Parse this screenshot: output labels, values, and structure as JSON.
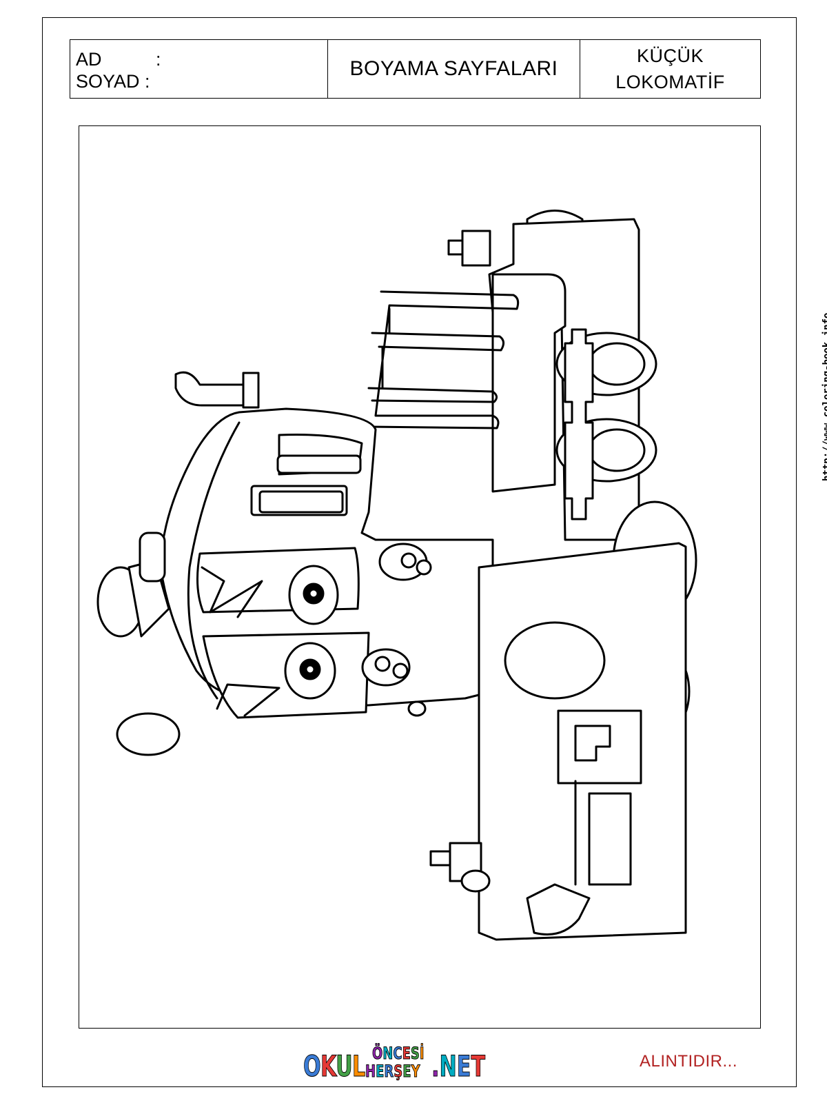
{
  "header": {
    "name_label": "AD",
    "name_colon": ":",
    "surname_label": "SOYAD :",
    "title": "BOYAMA SAYFALARI",
    "subject_line1": "KÜÇÜK",
    "subject_line2": "LOKOMATİF"
  },
  "drawing": {
    "subject": "locomotive-coloring-outline",
    "watermark": "http://www.coloring-book.info",
    "line_color": "#000000"
  },
  "footer": {
    "logo_okul": "OKUL",
    "logo_oncesi": "ÖNCESİ",
    "logo_hersey": "HERŞEY",
    "logo_net": ".NET",
    "source_note": "ALINTIDIR...",
    "source_note_color": "#b22222",
    "logo_colors": [
      "#3a7bd5",
      "#e53935",
      "#43a047",
      "#fb8c00",
      "#8e24aa",
      "#00acc1"
    ]
  }
}
